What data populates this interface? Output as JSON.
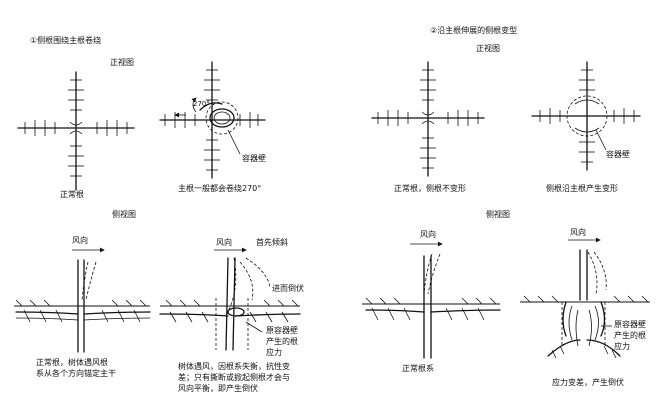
{
  "sections": {
    "left_title": "①侧根围绕主根卷绕",
    "right_title": "②沿主根伸展的侧根变型"
  },
  "views": {
    "front_view_left": "正视图",
    "front_view_right": "正视图",
    "side_view_left": "侧视图",
    "side_view_right": "侧视图"
  },
  "captions": {
    "normal_root": "正常根",
    "wrap_270": "主根一般都会卷绕270°",
    "normal_root_no_deform": "正常根，侧根不变形",
    "lateral_deform": "侧根沿主根产生变形",
    "normal_side_a": "正常根，树体遇风根",
    "normal_side_b": "系从各个方向锚定主干",
    "wind_a": "树体遇风，因根系失衡，抗性变",
    "wind_b": "差；只有撕断或掀起侧根才会与",
    "wind_c": "风向平衡，即产生倒伏",
    "normal_root_system": "正常根系",
    "stress_deform": "应力变差，产生倒伏"
  },
  "annotations": {
    "container_wall_1": "容器壁",
    "container_wall_2": "容器壁",
    "wind_dir_1": "风向",
    "wind_dir_2": "风向",
    "wind_dir_3": "风向",
    "wind_dir_4": "风向",
    "first_tilt": "首先倾斜",
    "then_fall": "进而倒伏",
    "orig_wall_a": "原容器壁",
    "orig_wall_b": "产生的根",
    "orig_wall_c": "应力",
    "orig_wall2_a": "原容器壁",
    "orig_wall2_b": "产生的根",
    "orig_wall2_c": "应力",
    "deg_270": "270°"
  }
}
